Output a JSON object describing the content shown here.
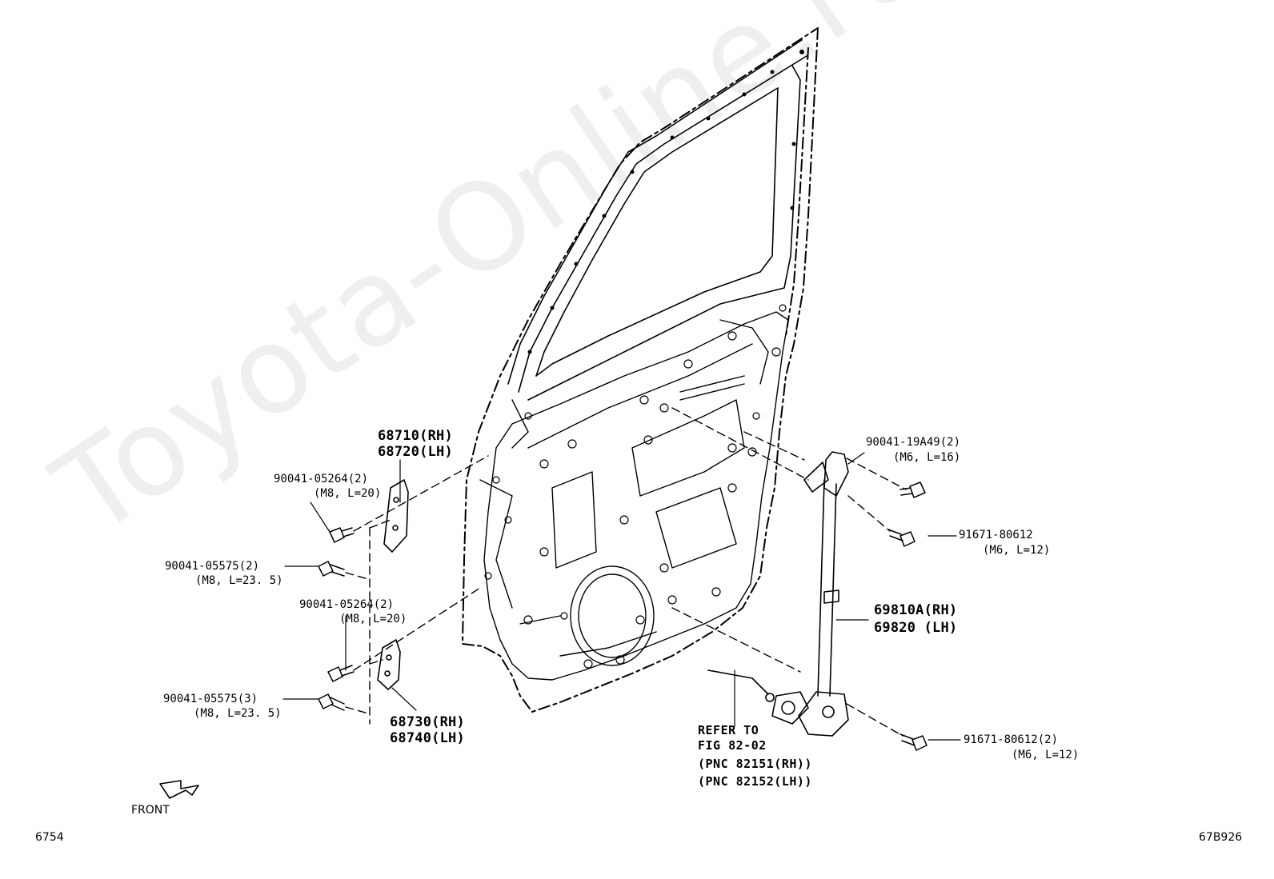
{
  "watermark": "Toyota-Online.ru",
  "labels": {
    "hinge_upper_rh": "68710(RH)",
    "hinge_upper_lh": "68720(LH)",
    "bolt_upper_pn": "90041-05264(2)",
    "bolt_upper_spec": "(M8, L=20)",
    "bolt_upper2_pn": "90041-05575(2)",
    "bolt_upper2_spec": "(M8, L=23. 5)",
    "bolt_lower_pn": "90041-05264(2)",
    "bolt_lower_spec": "(M8, L=20)",
    "bolt_lower2_pn": "90041-05575(3)",
    "bolt_lower2_spec": "(M8, L=23. 5)",
    "hinge_lower_rh": "68730(RH)",
    "hinge_lower_lh": "68740(LH)",
    "regulator_bolt_pn": "90041-19A49(2)",
    "regulator_bolt_spec": "(M6, L=16)",
    "screw_upper_pn": "91671-80612",
    "screw_upper_spec": "(M6, L=12)",
    "regulator_rh": "69810A(RH)",
    "regulator_lh": "69820  (LH)",
    "screw_lower_pn": "91671-80612(2)",
    "screw_lower_spec": "(M6, L=12)",
    "refer_line1": "REFER TO",
    "refer_line2": "FIG 82-02",
    "refer_line3": "(PNC 82151(RH))",
    "refer_line4": "(PNC 82152(LH))",
    "front": "FRONT",
    "corner_left": "6754",
    "corner_right": "67B926"
  }
}
